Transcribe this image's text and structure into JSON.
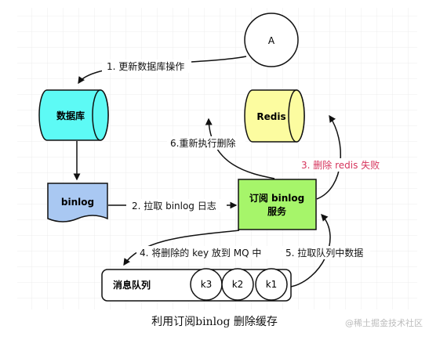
{
  "nodes": {
    "a": "A",
    "db": "数据库",
    "redis": "Redis",
    "binlog": "binlog",
    "svc_line1": "订阅 binlog",
    "svc_line2": "服务",
    "queue": "消息队列",
    "k3": "k3",
    "k2": "k2",
    "k1": "k1"
  },
  "edges": {
    "step1": "1. 更新数据库操作",
    "step2": "2. 拉取 binlog 日志",
    "step3": "3. 删除 redis 失败",
    "step4": "4. 将删除的 key 放到 MQ 中",
    "step5": "5. 拉取队列中数据",
    "step6": "6.重新执行删除"
  },
  "caption": "利用订阅binlog 删除缓存",
  "watermark": "@稀土掘金技术社区",
  "colors": {
    "db_fill": "#5dfaf5",
    "redis_fill": "#fcfca0",
    "binlog_fill": "#a9c8f2",
    "service_fill": "#a6f56a",
    "failure_text": "#d6345c",
    "grid": "#ececec"
  }
}
